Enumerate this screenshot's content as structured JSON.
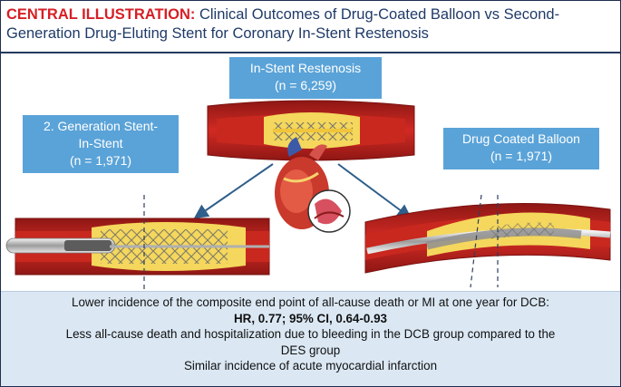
{
  "header": {
    "label": "CENTRAL ILLUSTRATION:",
    "title": "Clinical Outcomes of Drug-Coated Balloon vs Second-Generation Drug-Eluting Stent for Coronary In-Stent Restenosis"
  },
  "top_box": {
    "line1": "In-Stent Restenosis",
    "line2": "(n = 6,259)"
  },
  "left_box": {
    "line1": "2. Generation Stent-",
    "line2": "In-Stent",
    "line3": "(n = 1,971)"
  },
  "right_box": {
    "line1": "Drug Coated Balloon",
    "line2": "(n = 1,971)"
  },
  "findings": {
    "line1": "Lower incidence of the composite end point of all-cause death or MI at one year for DCB:",
    "line2": "HR, 0.77; 95% CI, 0.64-0.93",
    "line3": "Less all-cause death and hospitalization due to bleeding in the DCB group compared to the DES group",
    "line4": "Similar incidence of acute myocardial infarction"
  },
  "colors": {
    "accent_red": "#d61f26",
    "title_blue": "#1f3a68",
    "box_blue": "#5aa3d8",
    "panel_bg": "#dbe8f4",
    "vessel_red": "#c0201e",
    "plaque_yellow": "#f4d75c"
  }
}
